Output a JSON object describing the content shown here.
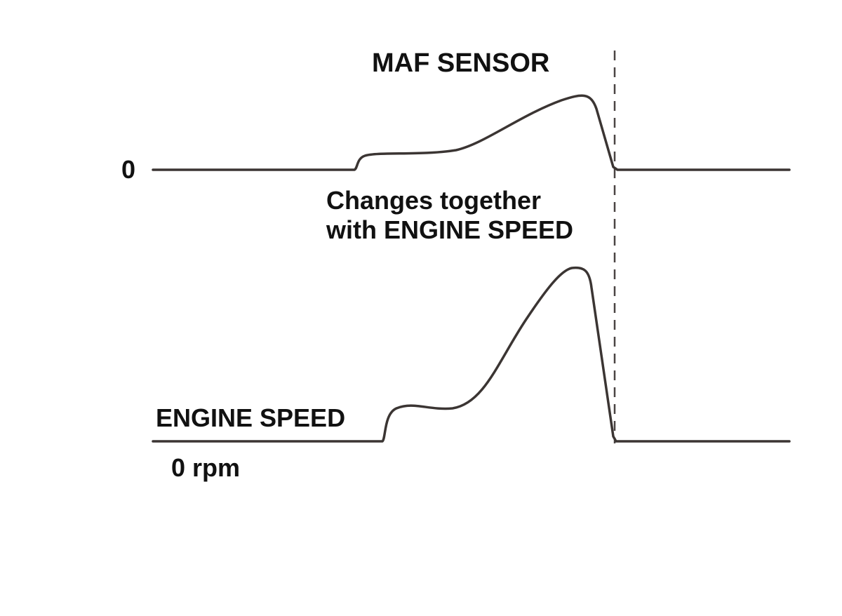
{
  "labels": {
    "maf_title": "MAF SENSOR",
    "maf_zero": "0",
    "note_line1": "Changes together",
    "note_line2": "with ENGINE SPEED",
    "engine_title": "ENGINE SPEED",
    "engine_zero": "0 rpm"
  },
  "colors": {
    "trace": "#3b3533",
    "text": "#111111",
    "background": "#ffffff"
  }
}
